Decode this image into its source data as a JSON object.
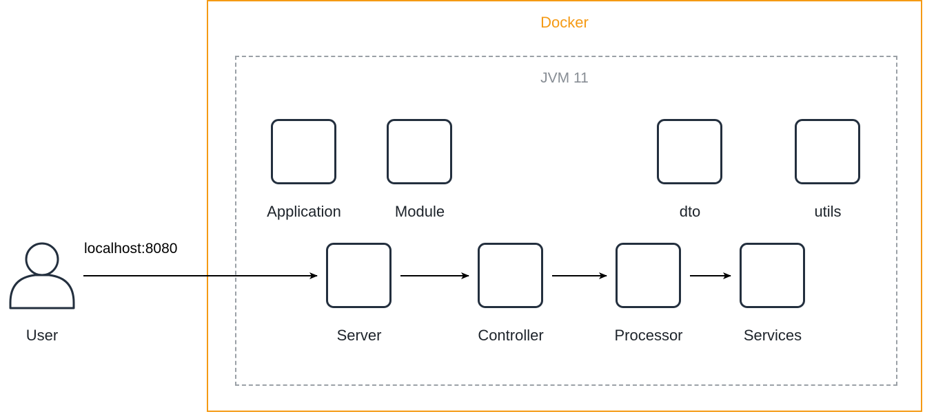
{
  "docker": {
    "title": "Docker"
  },
  "jvm": {
    "title": "JVM 11"
  },
  "user": {
    "label": "User",
    "icon": "user-icon"
  },
  "connection": {
    "label": "localhost:8080"
  },
  "modules": {
    "application": "Application",
    "module": "Module",
    "dto": "dto",
    "utils": "utils"
  },
  "pipeline": {
    "server": "Server",
    "controller": "Controller",
    "processor": "Processor",
    "services": "Services"
  },
  "colors": {
    "docker_border": "#f59a14",
    "jvm_border": "#9aa0a6",
    "node_border": "#232f3e",
    "arrow": "#000000"
  }
}
